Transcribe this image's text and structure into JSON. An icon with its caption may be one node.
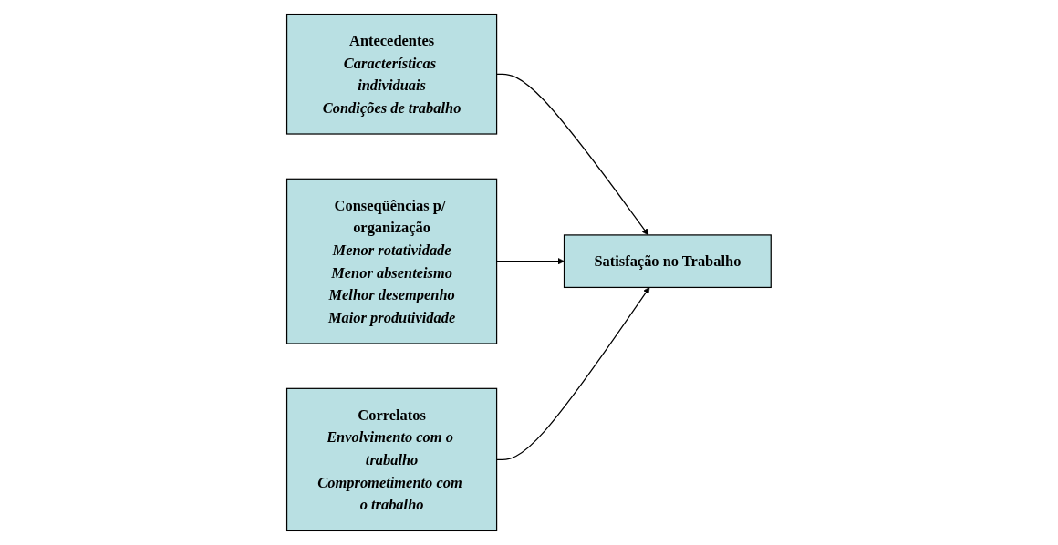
{
  "diagram": {
    "nodes": [
      {
        "text": [
          "Antecedentes",
          "Características individuais",
          "Condições de trabalho"
        ]
      },
      {
        "text": [
          "Satisfação no Trabalho"
        ]
      },
      {
        "text": [
          "Conseqüências p/ organização",
          "Menor rotatividade",
          "Menor absenteismo",
          "Melhor desempenho",
          "Maior produtividade"
        ]
      },
      {
        "text": [
          "Correlatos",
          "Envolvimento com o trabalho",
          "Comprometimento com o trabalho"
        ]
      }
    ],
    "edges": [
      {
        "from": 0,
        "to": 1,
        "arrow": "to"
      },
      {
        "from": 2,
        "to": 1,
        "arrow": "to"
      },
      {
        "from": 3,
        "to": 1,
        "arrow": "to"
      }
    ]
  }
}
